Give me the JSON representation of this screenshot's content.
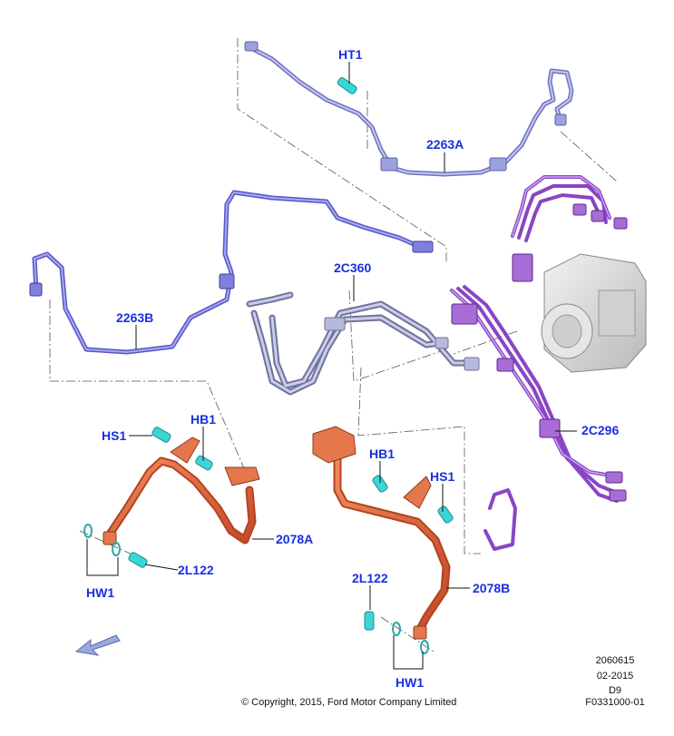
{
  "callouts": {
    "ht1": "HT1",
    "l2263a": "2263A",
    "l2263b": "2263B",
    "l2c360": "2C360",
    "l2c296": "2C296",
    "hs1_left": "HS1",
    "hb1_left": "HB1",
    "l2078a": "2078A",
    "l2l122_left": "2L122",
    "hw1_left": "HW1",
    "hb1_right": "HB1",
    "hs1_right": "HS1",
    "l2078b": "2078B",
    "l2l122_right": "2L122",
    "hw1_right": "HW1"
  },
  "footer": {
    "copyright": "© Copyright, 2015, Ford Motor Company Limited",
    "code_number": "2060615",
    "date": "02-2015",
    "revision": "D9",
    "figure_id": "F0331000-01"
  },
  "colors": {
    "callout_text": "#1a2fe0",
    "brake_line_a": "#8c8fd6",
    "brake_line_b": "#6a6ad8",
    "tube_2c360": "#9ea3c9",
    "tube_2c296": "#a86cd6",
    "hose_copper": "#e0643a",
    "hardware_cyan": "#3ad6d6",
    "abs_module": "#d8d8d8",
    "direction_arrow": "#9aa8e0"
  },
  "icons": {
    "direction": "front-direction-arrow-icon"
  }
}
